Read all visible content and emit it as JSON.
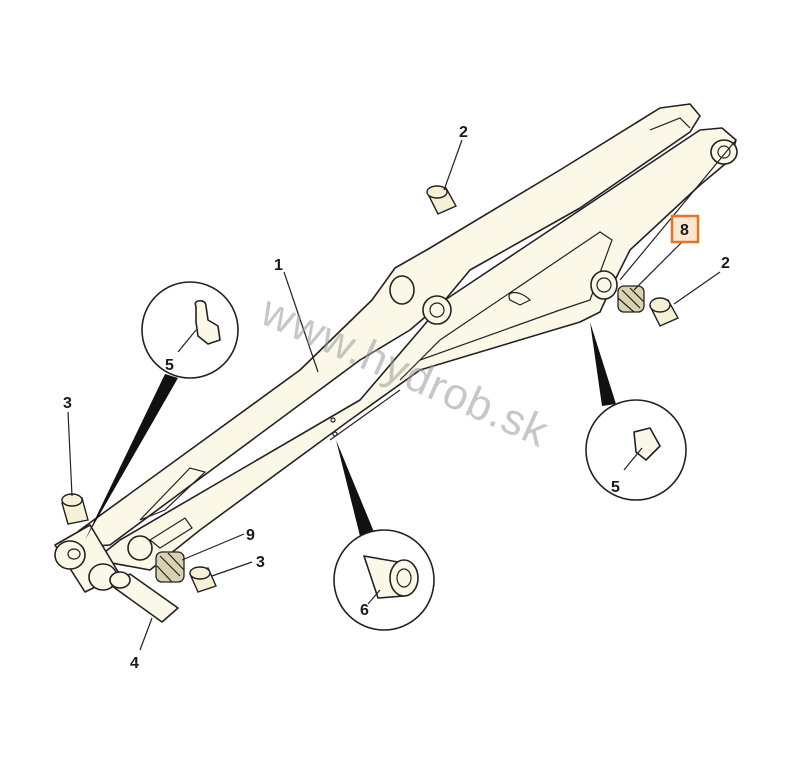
{
  "diagram": {
    "watermark": "www.hydrob.sk",
    "labels": {
      "arm": "1",
      "bush_top": "2",
      "bush_right": "2",
      "bush_left": "3",
      "bush_bottom": "3",
      "pin": "4",
      "grease_nipple_left": "5",
      "grease_nipple_right": "5",
      "bush_detail": "6",
      "highlighted": "8",
      "spacer": "9"
    },
    "highlight_color": "#e8731e"
  }
}
